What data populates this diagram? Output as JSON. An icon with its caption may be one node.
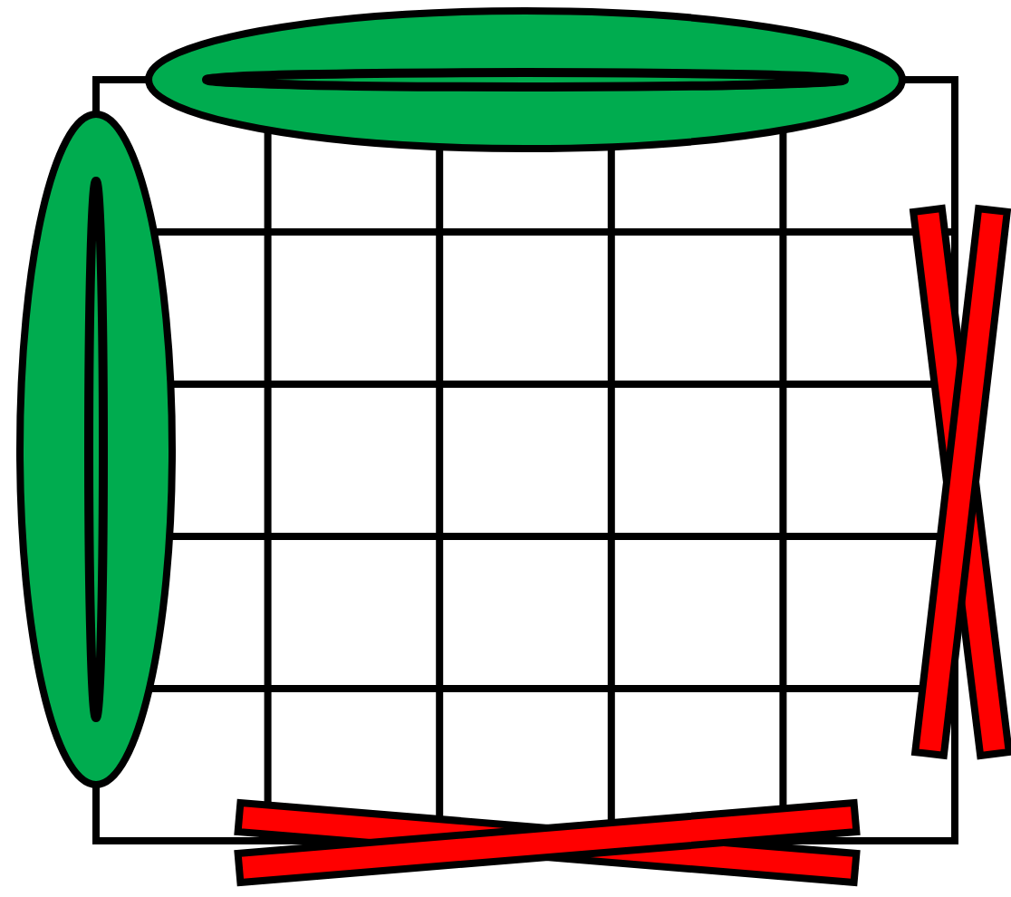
{
  "diagram": {
    "nodes": [
      {
        "text": [],
        "shape": "grid"
      },
      {
        "text": [],
        "shape": "ellipse"
      },
      {
        "text": [],
        "shape": "ellipse"
      },
      {
        "text": [],
        "shape": "cross"
      },
      {
        "text": [],
        "shape": "cross"
      }
    ]
  }
}
